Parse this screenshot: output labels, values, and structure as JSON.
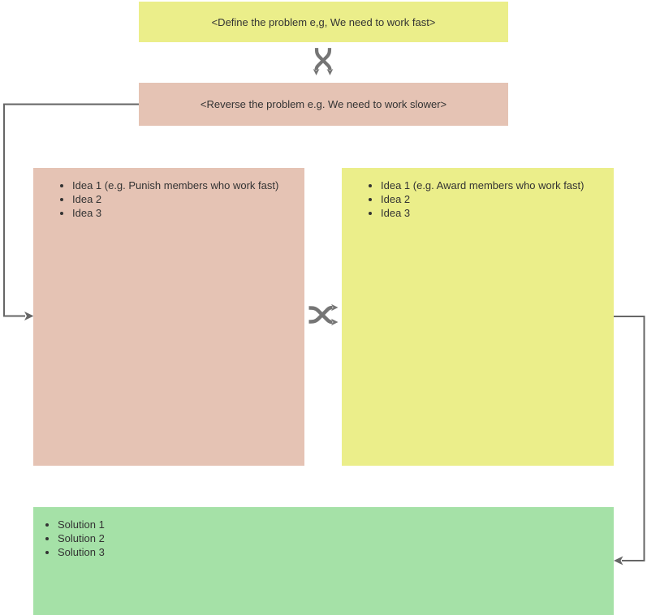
{
  "colors": {
    "yellow": "#ebee8a",
    "salmon": "#e5c3b4",
    "green": "#a5e1a7",
    "connector": "#666666",
    "icon": "#757575",
    "text": "#333333",
    "canvas": "#ffffff"
  },
  "nodes": {
    "define_problem": {
      "text": "<Define the problem e,g, We need to work fast>"
    },
    "reverse_problem": {
      "text": "<Reverse the problem e.g. We need to work slower>"
    },
    "reverse_ideas": {
      "items": [
        "Idea 1 (e.g. Punish members who work fast)",
        "Idea 2",
        "Idea 3"
      ]
    },
    "ideas": {
      "items": [
        "Idea 1 (e.g. Award members who work fast)",
        "Idea 2",
        "Idea 3"
      ]
    },
    "solutions": {
      "items": [
        "Solution 1",
        "Solution 2",
        "Solution 3"
      ]
    }
  },
  "icons": {
    "top": "shuffle-down-icon",
    "middle": "shuffle-right-icon"
  }
}
